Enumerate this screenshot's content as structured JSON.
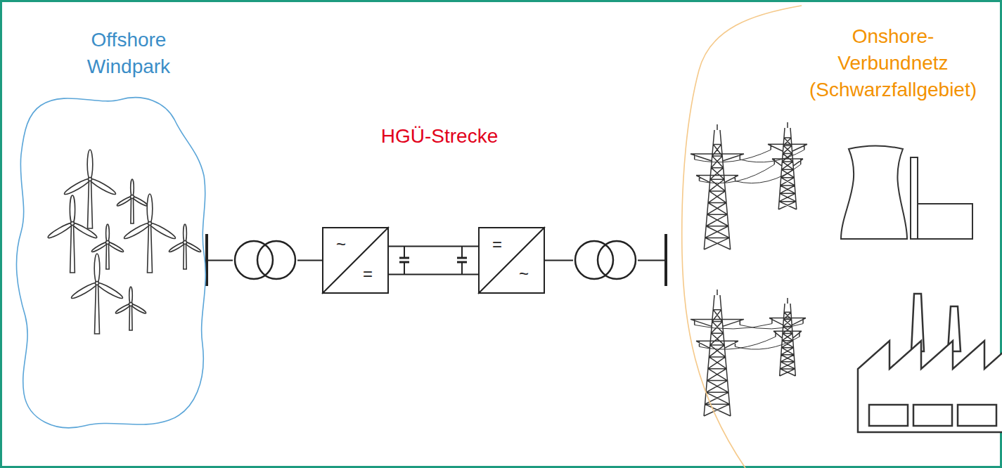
{
  "diagram": {
    "nodes": [
      {
        "text": [
          "Offshore Windpark"
        ]
      },
      {
        "text": [
          "~",
          "="
        ]
      },
      {
        "text": [
          "=",
          "~"
        ]
      },
      {
        "text": [
          "Onshore- Verbundnetz (Schwarzfallgebiet)"
        ]
      }
    ],
    "edges": [
      {
        "from": 0,
        "to": 1,
        "arrow": "none"
      },
      {
        "from": 1,
        "to": 2,
        "arrow": "none"
      },
      {
        "from": 2,
        "to": 3,
        "arrow": "none"
      }
    ],
    "labels": [
      "HGÜ-Strecke"
    ]
  }
}
